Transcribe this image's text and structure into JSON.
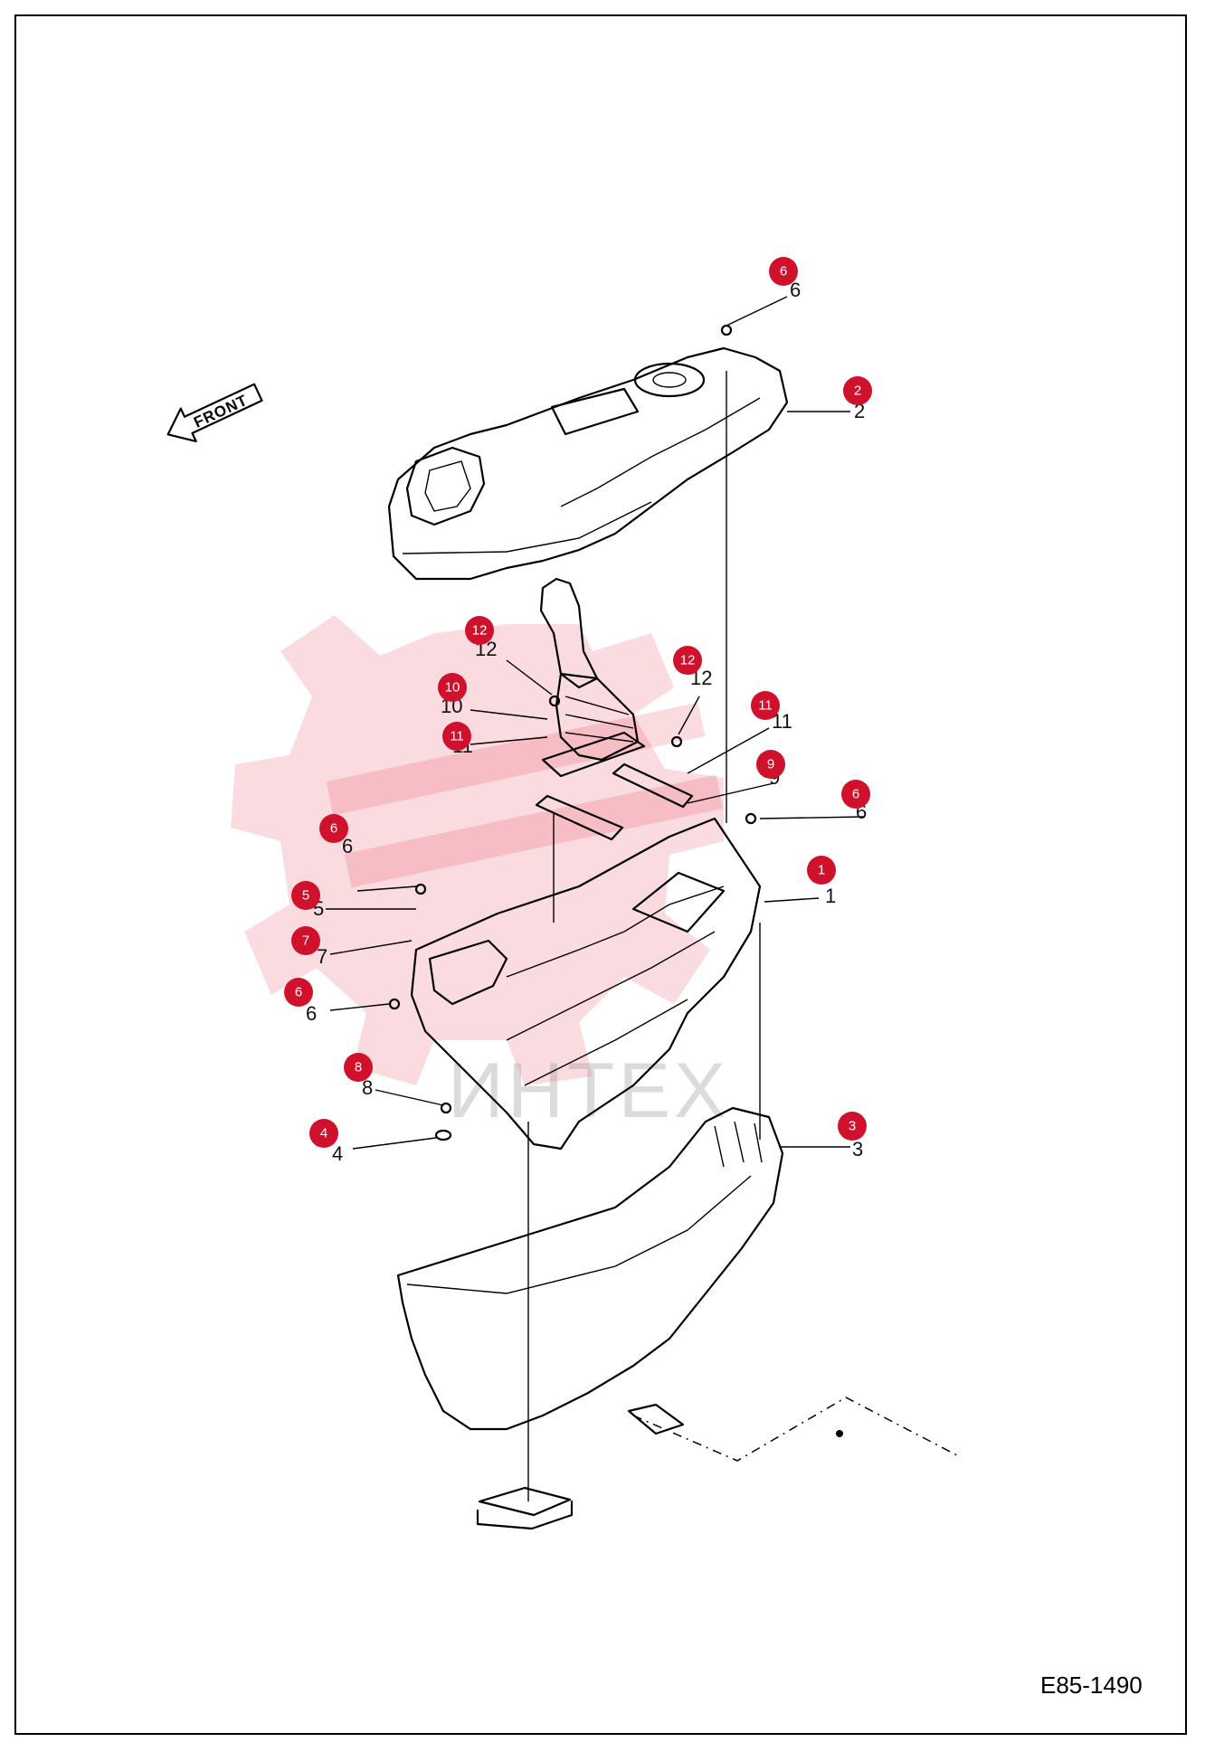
{
  "diagram": {
    "drawing_code": "E85-1490",
    "front_label": "FRONT",
    "watermark_text": "ИНТЕХ",
    "accent_color": "#d0112b",
    "callouts": [
      {
        "id": "c6a",
        "number": "6"
      },
      {
        "id": "c2",
        "number": "2"
      },
      {
        "id": "c12a",
        "number": "12"
      },
      {
        "id": "c12b",
        "number": "12"
      },
      {
        "id": "c10",
        "number": "10"
      },
      {
        "id": "c11a",
        "number": "11"
      },
      {
        "id": "c11b",
        "number": "11"
      },
      {
        "id": "c9",
        "number": "9"
      },
      {
        "id": "c6b",
        "number": "6"
      },
      {
        "id": "c6c",
        "number": "6"
      },
      {
        "id": "c1",
        "number": "1"
      },
      {
        "id": "c5",
        "number": "5"
      },
      {
        "id": "c7",
        "number": "7"
      },
      {
        "id": "c6d",
        "number": "6"
      },
      {
        "id": "c8",
        "number": "8"
      },
      {
        "id": "c4",
        "number": "4"
      },
      {
        "id": "c3",
        "number": "3"
      }
    ]
  }
}
